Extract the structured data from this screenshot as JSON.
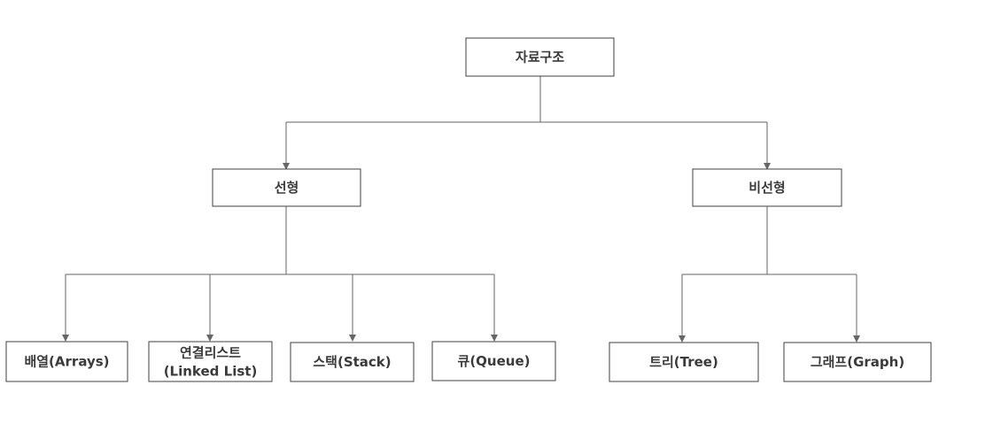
{
  "diagram": {
    "root": {
      "label": "자료구조"
    },
    "linear": {
      "label": "선형",
      "children": [
        {
          "label": "배열(Arrays)"
        },
        {
          "label_line1": "연결리스트",
          "label_line2": "(Linked List)"
        },
        {
          "label": "스택(Stack)"
        },
        {
          "label": "큐(Queue)"
        }
      ]
    },
    "nonlinear": {
      "label": "비선형",
      "children": [
        {
          "label": "트리(Tree)"
        },
        {
          "label": "그래프(Graph)"
        }
      ]
    },
    "colors": {
      "box_border": "#3f3f3f",
      "line": "#666666",
      "text": "#3a3a3a",
      "background": "#ffffff"
    }
  }
}
